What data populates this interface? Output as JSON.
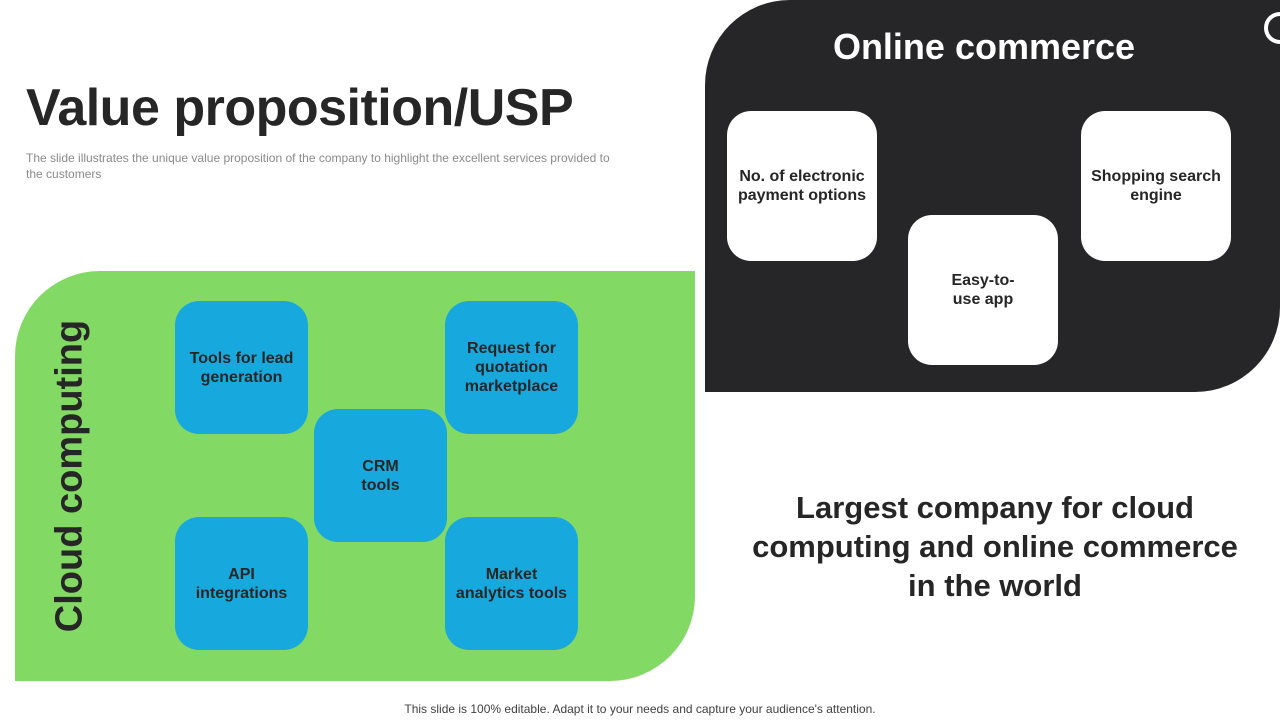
{
  "slide": {
    "title": "Value proposition/USP",
    "subtitle": "The slide illustrates the unique value proposition of the company to highlight the excellent services provided  to the customers"
  },
  "cloud": {
    "label": "Cloud computing",
    "color": "#82d964",
    "box_color": "#17a9de",
    "items": [
      "Tools for lead generation",
      "Request for quotation marketplace",
      "CRM tools",
      "API integrations",
      "Market analytics tools"
    ]
  },
  "commerce": {
    "heading": "Online commerce",
    "color": "#262628",
    "items": [
      "No. of electronic payment options",
      "Shopping search engine",
      "Easy-to-use app"
    ]
  },
  "tagline": "Largest company for cloud computing and online commerce in the world",
  "footer": "This slide is 100% editable. Adapt it to your needs and capture your audience's attention."
}
